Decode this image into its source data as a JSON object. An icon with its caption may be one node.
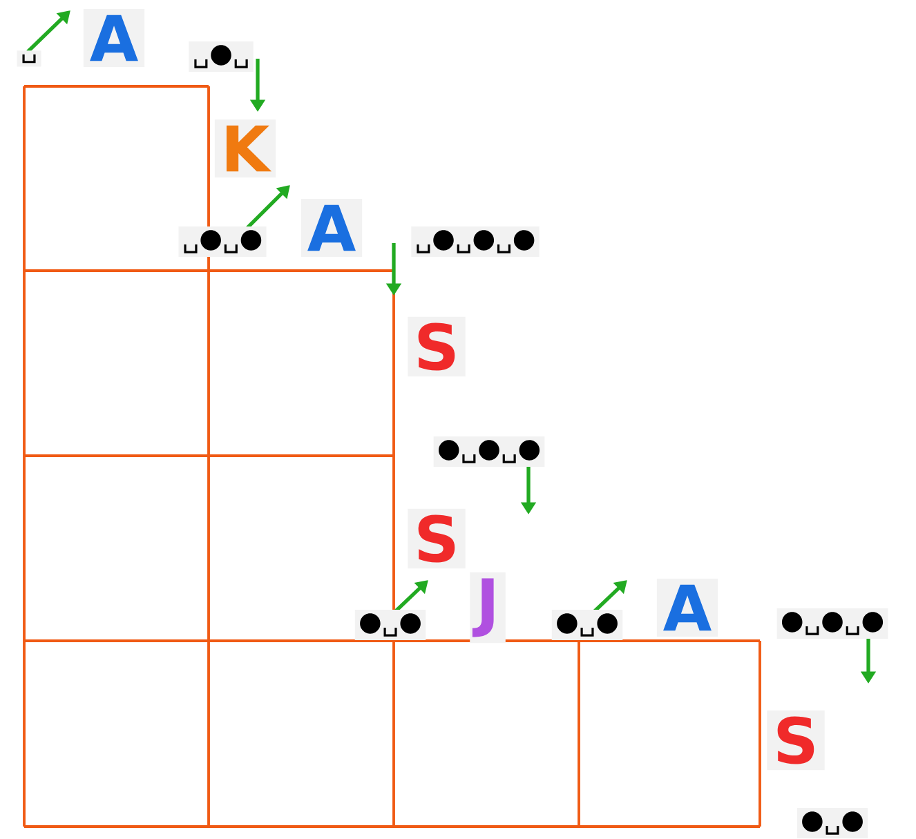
{
  "diagram": {
    "labels": [
      "␣",
      "A",
      "␣●␣",
      "K",
      "␣●␣●",
      "A",
      "␣●␣●␣●",
      "S",
      "●␣●␣●",
      "S",
      "●␣●",
      "J",
      "●␣●",
      "A",
      "●␣●␣●",
      "S",
      "●␣●"
    ]
  }
}
